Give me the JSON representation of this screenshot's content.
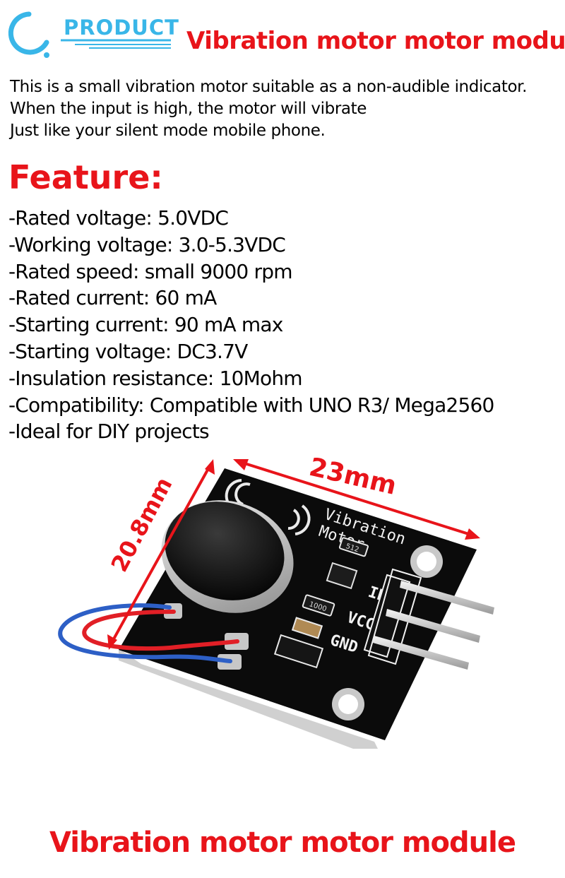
{
  "header": {
    "logo_text": "PRODUCT",
    "title": "Vibration motor motor module"
  },
  "intro": {
    "lines": [
      "This is a small vibration motor suitable as a non-audible indicator.",
      "When the input is high, the motor will vibrate",
      "Just like your silent mode mobile phone."
    ]
  },
  "features": {
    "title": "Feature:",
    "items": [
      "-Rated voltage: 5.0VDC",
      "-Working voltage: 3.0-5.3VDC",
      "-Rated speed: small 9000 rpm",
      "-Rated current: 60 mA",
      "-Starting current: 90 mA max",
      "-Starting voltage: DC3.7V",
      "-Insulation resistance: 10Mohm",
      "-Compatibility: Compatible with UNO R3/ Mega2560",
      "-Ideal for DIY projects"
    ]
  },
  "product_image": {
    "width_label": "23mm",
    "height_label": "20.8mm",
    "board_title_1": "Vibration",
    "board_title_2": "Motor",
    "pin_labels": [
      "IN",
      "VCC",
      "GND"
    ],
    "resistor_1": "512",
    "resistor_2": "1000"
  },
  "footer": {
    "title": "Vibration motor motor module"
  },
  "colors": {
    "accent_red": "#e8141a",
    "logo_blue": "#39b6e8",
    "board_black": "#0b0b0b"
  }
}
